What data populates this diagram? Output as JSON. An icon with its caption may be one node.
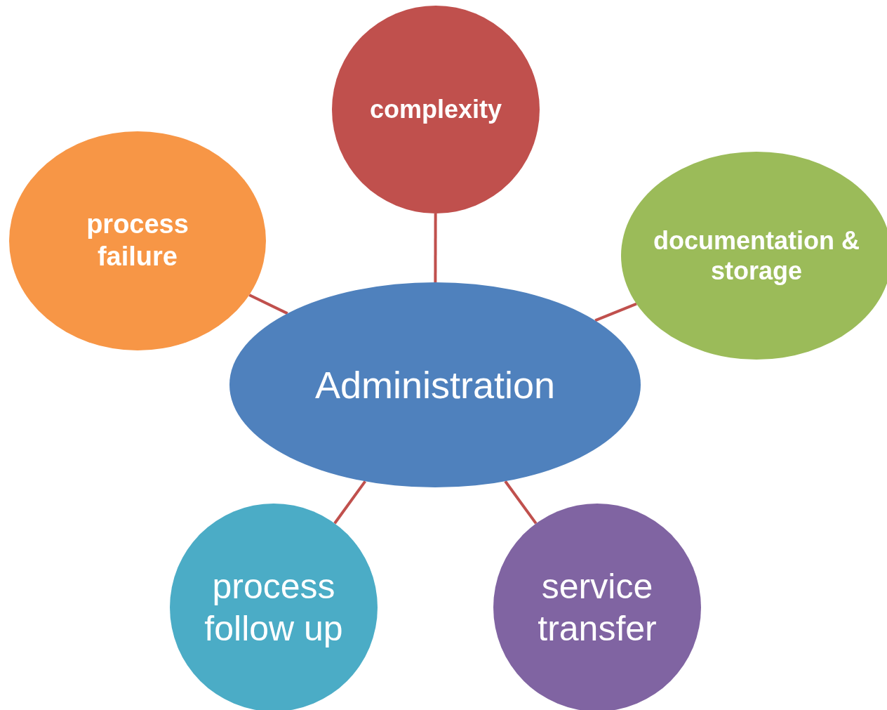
{
  "diagram": {
    "nodes": [
      {
        "text": [
          "complexity"
        ]
      },
      {
        "text": [
          "process failure"
        ]
      },
      {
        "text": [
          "documentation & storage"
        ]
      },
      {
        "text": [
          "Administration"
        ]
      },
      {
        "text": [
          "process follow up"
        ]
      },
      {
        "text": [
          "service transfer"
        ]
      }
    ],
    "edges": [
      {
        "from": 3,
        "to": 0,
        "arrow": "none"
      },
      {
        "from": 3,
        "to": 1,
        "arrow": "none"
      },
      {
        "from": 3,
        "to": 2,
        "arrow": "none"
      },
      {
        "from": 3,
        "to": 4,
        "arrow": "none"
      },
      {
        "from": 3,
        "to": 5,
        "arrow": "none"
      }
    ]
  }
}
